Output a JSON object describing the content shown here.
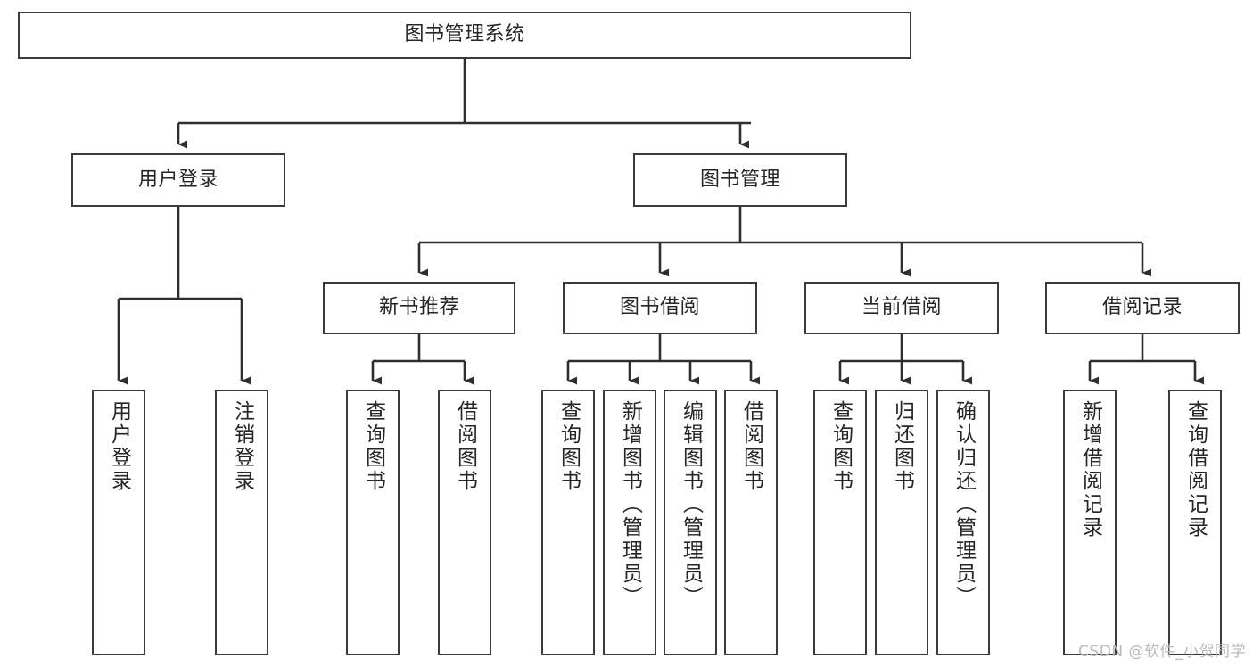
{
  "diagram": {
    "type": "tree-hierarchy",
    "title": "图书管理系统",
    "watermark": "CSDN @软件_小贺同学",
    "colors": {
      "box_border": "#3a3a3a",
      "box_fill": "#ffffff",
      "connector": "#2f2f2f",
      "text": "#262626",
      "watermark": "#b9b9b9",
      "background": "#ffffff"
    },
    "nodes": {
      "root": {
        "label": "图书管理系统"
      },
      "level2": [
        {
          "id": "user-login",
          "label": "用户登录"
        },
        {
          "id": "book-manage",
          "label": "图书管理"
        }
      ],
      "level3": [
        {
          "id": "new-book-recommend",
          "label": "新书推荐"
        },
        {
          "id": "book-borrow",
          "label": "图书借阅"
        },
        {
          "id": "current-borrow",
          "label": "当前借阅"
        },
        {
          "id": "borrow-record",
          "label": "借阅记录"
        }
      ],
      "leaves": [
        {
          "id": "leaf-user-login",
          "parent": "user-login",
          "label": "用户登录"
        },
        {
          "id": "leaf-logout",
          "parent": "user-login",
          "label": "注销登录"
        },
        {
          "id": "leaf-query-book-1",
          "parent": "new-book-recommend",
          "label": "查询图书"
        },
        {
          "id": "leaf-borrow-book-1",
          "parent": "new-book-recommend",
          "label": "借阅图书"
        },
        {
          "id": "leaf-query-book-2",
          "parent": "book-borrow",
          "label": "查询图书"
        },
        {
          "id": "leaf-add-book",
          "parent": "book-borrow",
          "label": "新增图书（管理员）"
        },
        {
          "id": "leaf-edit-book",
          "parent": "book-borrow",
          "label": "编辑图书（管理员）"
        },
        {
          "id": "leaf-borrow-book-2",
          "parent": "book-borrow",
          "label": "借阅图书"
        },
        {
          "id": "leaf-query-book-3",
          "parent": "current-borrow",
          "label": "查询图书"
        },
        {
          "id": "leaf-return-book",
          "parent": "current-borrow",
          "label": "归还图书"
        },
        {
          "id": "leaf-confirm-return",
          "parent": "current-borrow",
          "label": "确认归还（管理员）"
        },
        {
          "id": "leaf-add-record",
          "parent": "borrow-record",
          "label": "新增借阅记录"
        },
        {
          "id": "leaf-query-record",
          "parent": "borrow-record",
          "label": "查询借阅记录"
        }
      ]
    }
  }
}
